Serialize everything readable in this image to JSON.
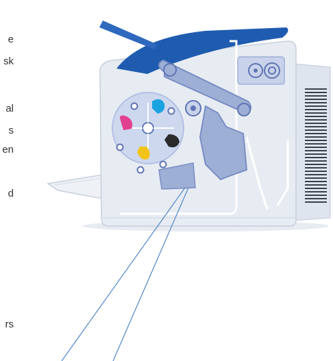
{
  "text_fragments": [
    "e",
    "sk",
    "al",
    "s",
    "en",
    "d",
    "rs"
  ],
  "colors": {
    "background": "#ffffff",
    "printer_body": "#e7ecf3",
    "printer_shadow": "#c5cfdc",
    "lid_blue": "#1f5cb0",
    "component_fill": "#9eafd6",
    "component_stroke": "#7a8dc4",
    "toner_cyan": "#1aa3e0",
    "toner_magenta": "#e0408f",
    "toner_black": "#2a2a2a",
    "toner_yellow": "#f2c318",
    "callout_line": "#4f86c6"
  },
  "icons": [
    "printer-illustration",
    "toner-carousel",
    "transfer-belt",
    "fuser-unit",
    "paper-tray",
    "vent-grille"
  ]
}
